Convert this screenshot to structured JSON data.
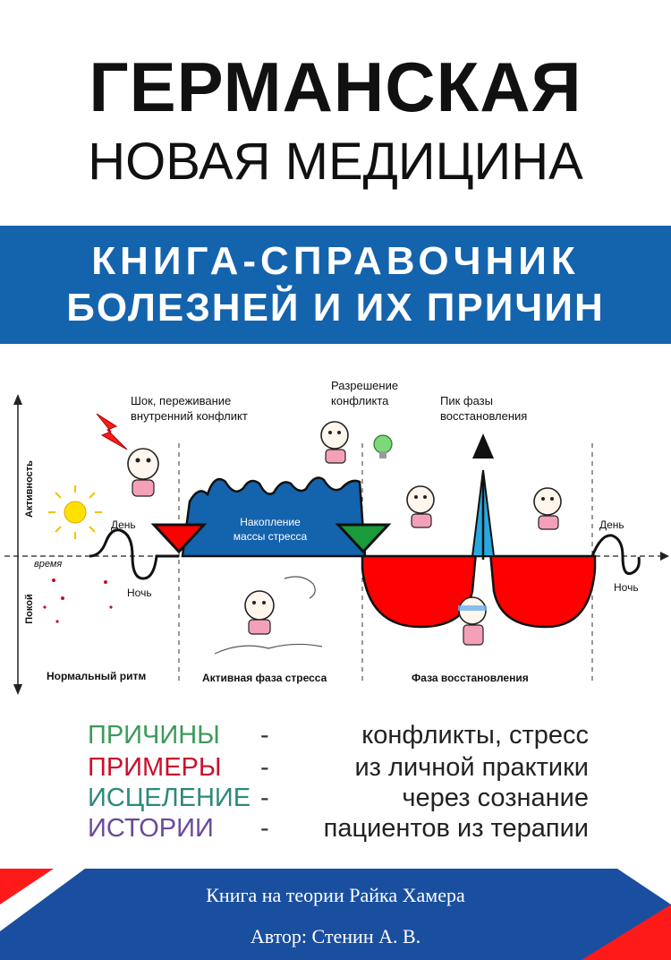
{
  "header": {
    "title_line1": "ГЕРМАНСКАЯ",
    "title_line2": "НОВАЯ МЕДИЦИНА"
  },
  "banner": {
    "line1": "КНИГА-СПРАВОЧНИК",
    "line2": "БОЛЕЗНЕЙ И ИХ ПРИЧИН"
  },
  "diagram": {
    "axis_activity": "Активность",
    "axis_rest": "Покой",
    "axis_time": "время",
    "day_left": "День",
    "night_left": "Ночь",
    "day_right": "День",
    "night_right": "Ночь",
    "shock_line1": "Шок, переживание",
    "shock_line2": "внутренний конфликт",
    "resolution_line1": "Разрешение",
    "resolution_line2": "конфликта",
    "peak_line1": "Пик фазы",
    "peak_line2": "восстановления",
    "stress_mass_line1": "Накопление",
    "stress_mass_line2": "массы стресса",
    "phase_normal": "Нормальный ритм",
    "phase_active": "Активная фаза стресса",
    "phase_recovery": "Фаза восстановления",
    "colors": {
      "blue": "#1463ad",
      "red": "#ff0000",
      "green": "#1a9a3a",
      "light_blue": "#29a8e0"
    }
  },
  "list": [
    {
      "key": "ПРИЧИНЫ",
      "dash": "-",
      "value": "конфликты, стресс",
      "color": "#3d9a5a"
    },
    {
      "key": "ПРИМЕРЫ",
      "dash": "-",
      "value": "из личной практики",
      "color": "#c8102e"
    },
    {
      "key": "ИСЦЕЛЕНИЕ",
      "dash": "-",
      "value": "через сознание",
      "color": "#2c8a7a"
    },
    {
      "key": "ИСТОРИИ",
      "dash": "-",
      "value": "пациентов из терапии",
      "color": "#6a4a9a"
    }
  ],
  "footer": {
    "line1": "Книга на теории Райка Хамера",
    "line2": "Автор: Стенин А. В."
  }
}
